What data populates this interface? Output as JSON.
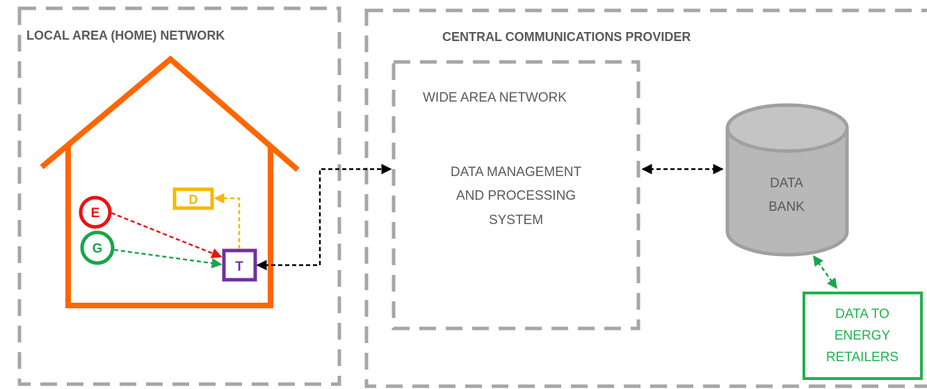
{
  "local_network": {
    "title": "LOCAL AREA (HOME) NETWORK",
    "devices": {
      "e": "E",
      "g": "G",
      "t": "T",
      "d": "D"
    }
  },
  "provider": {
    "title": "CENTRAL COMMUNICATIONS PROVIDER",
    "wan": {
      "title": "WIDE AREA NETWORK",
      "system_lines": [
        "DATA MANAGEMENT",
        "AND PROCESSING",
        "SYSTEM"
      ]
    },
    "data_bank_lines": [
      "DATA",
      "BANK"
    ],
    "retailers_lines": [
      "DATA TO",
      "ENERGY",
      "RETAILERS"
    ]
  },
  "colors": {
    "house": "#ff6600",
    "meter_e": "#ee1111",
    "meter_g": "#1aa64a",
    "hub_t": "#7030a0",
    "display_d": "#f5b800",
    "border_gray": "#a6a6a6",
    "db_fill": "#b8b8b8",
    "db_stroke": "#a0a0a0",
    "text_gray": "#595959",
    "retail_green": "#22b14c"
  }
}
